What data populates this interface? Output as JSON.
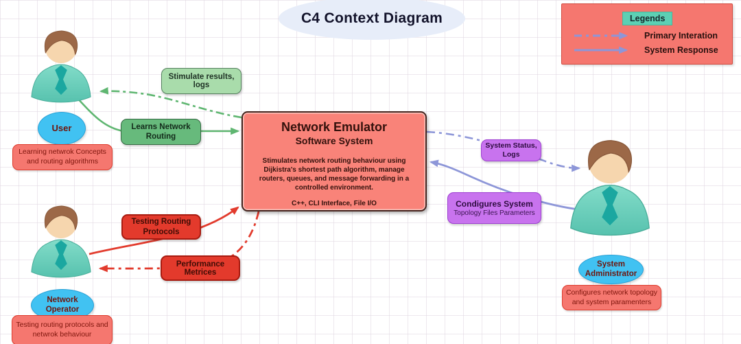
{
  "title": "C4 Context Diagram",
  "legend": {
    "heading": "Legends",
    "items": [
      {
        "label": "Primary Interation",
        "line": "dashed"
      },
      {
        "label": "System Response",
        "line": "solid"
      }
    ]
  },
  "system": {
    "name": "Network Emulator",
    "type": "Software System",
    "description": "Stimulates network routing behaviour using Dijkistra's shortest path algorithm, manage routers, queues, and message forwarding in a controlled environment.",
    "tech": "C++, CLI Interface, File I/O"
  },
  "actors": [
    {
      "name": "User",
      "caption": "Learning netwrok Concepts and routing algorithms"
    },
    {
      "name": "Network Operator",
      "caption": "Testing routing protocols and netwrok behaviour"
    },
    {
      "name": "System Administrator",
      "caption": "Configures network topology and system paramenters"
    }
  ],
  "interactions": [
    {
      "label": "Stimulate results, logs",
      "from": "system",
      "to": "user",
      "style": "dashed",
      "color": "green"
    },
    {
      "label": "Learns Network Routing",
      "from": "user",
      "to": "system",
      "style": "solid",
      "color": "green"
    },
    {
      "label": "Testing Routing Protocols",
      "from": "network-operator",
      "to": "system",
      "style": "solid",
      "color": "red"
    },
    {
      "label": "Performance Metrices",
      "from": "system",
      "to": "network-operator",
      "style": "dashed",
      "color": "red"
    },
    {
      "label": "System Status, Logs",
      "from": "system",
      "to": "system-administrator",
      "style": "dashed",
      "color": "purple"
    },
    {
      "label": "Condigures System",
      "sublabel": "Topology Files Parameters",
      "from": "system-administrator",
      "to": "system",
      "style": "solid",
      "color": "purple"
    }
  ],
  "colors": {
    "green": "#5fb671",
    "red": "#e23b2d",
    "purple": "#8d96d8",
    "accent_salmon": "#f5776f",
    "sys_fill": "#f98379",
    "accent_bright_red": "#e33a2c",
    "accent_green_light": "#a9dcab",
    "accent_green": "#67ba7c",
    "accent_purple": "#c873ee",
    "accent_blue": "#41c2f2",
    "legend_badge": "#5dd0b4"
  }
}
